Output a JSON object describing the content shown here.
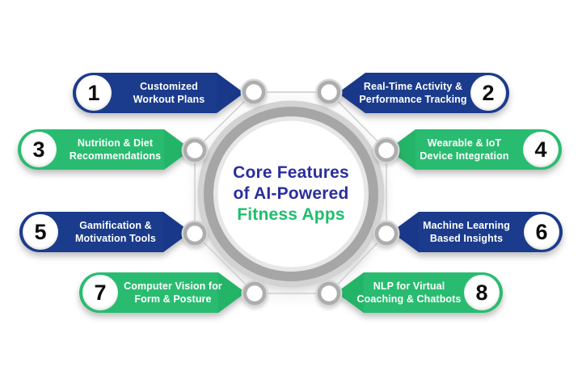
{
  "title": {
    "line1": "Core Features",
    "line2": "of AI-Powered",
    "line3": "Fitness Apps"
  },
  "features": [
    {
      "number": "1",
      "line1": "Customized",
      "line2": "Workout Plans",
      "color": "blue",
      "side": "left"
    },
    {
      "number": "2",
      "line1": "Real-Time Activity &",
      "line2": "Performance Tracking",
      "color": "blue",
      "side": "right"
    },
    {
      "number": "3",
      "line1": "Nutrition & Diet",
      "line2": "Recommendations",
      "color": "green",
      "side": "left"
    },
    {
      "number": "4",
      "line1": "Wearable & IoT",
      "line2": "Device Integration",
      "color": "green",
      "side": "right"
    },
    {
      "number": "5",
      "line1": "Gamification &",
      "line2": "Motivation Tools",
      "color": "blue",
      "side": "left"
    },
    {
      "number": "6",
      "line1": "Machine Learning",
      "line2": "Based Insights",
      "color": "blue",
      "side": "right"
    },
    {
      "number": "7",
      "line1": "Computer Vision for",
      "line2": "Form & Posture",
      "color": "green",
      "side": "left"
    },
    {
      "number": "8",
      "line1": "NLP for Virtual",
      "line2": "Coaching & Chatbots",
      "color": "green",
      "side": "right"
    }
  ],
  "colors": {
    "background": "#FFFFFF",
    "pill_blue": "#1B3B8C",
    "pill_blue_dark": "#19388A",
    "pill_green": "#29BC70",
    "pill_green_dark": "#24B468",
    "pill_text": "#FFFFFF",
    "number_text": "#0D0D0D",
    "title_navy": "#2B2F9B",
    "title_green": "#1FBE6B",
    "ring_band": "#A6A6A6",
    "ring_halo": "#D3D3D3",
    "ring_inner": "#E7E7E7",
    "node_ring": "#ADADAD",
    "node_halo": "#D6D6D6",
    "octagon_line": "#CFCFCF"
  }
}
